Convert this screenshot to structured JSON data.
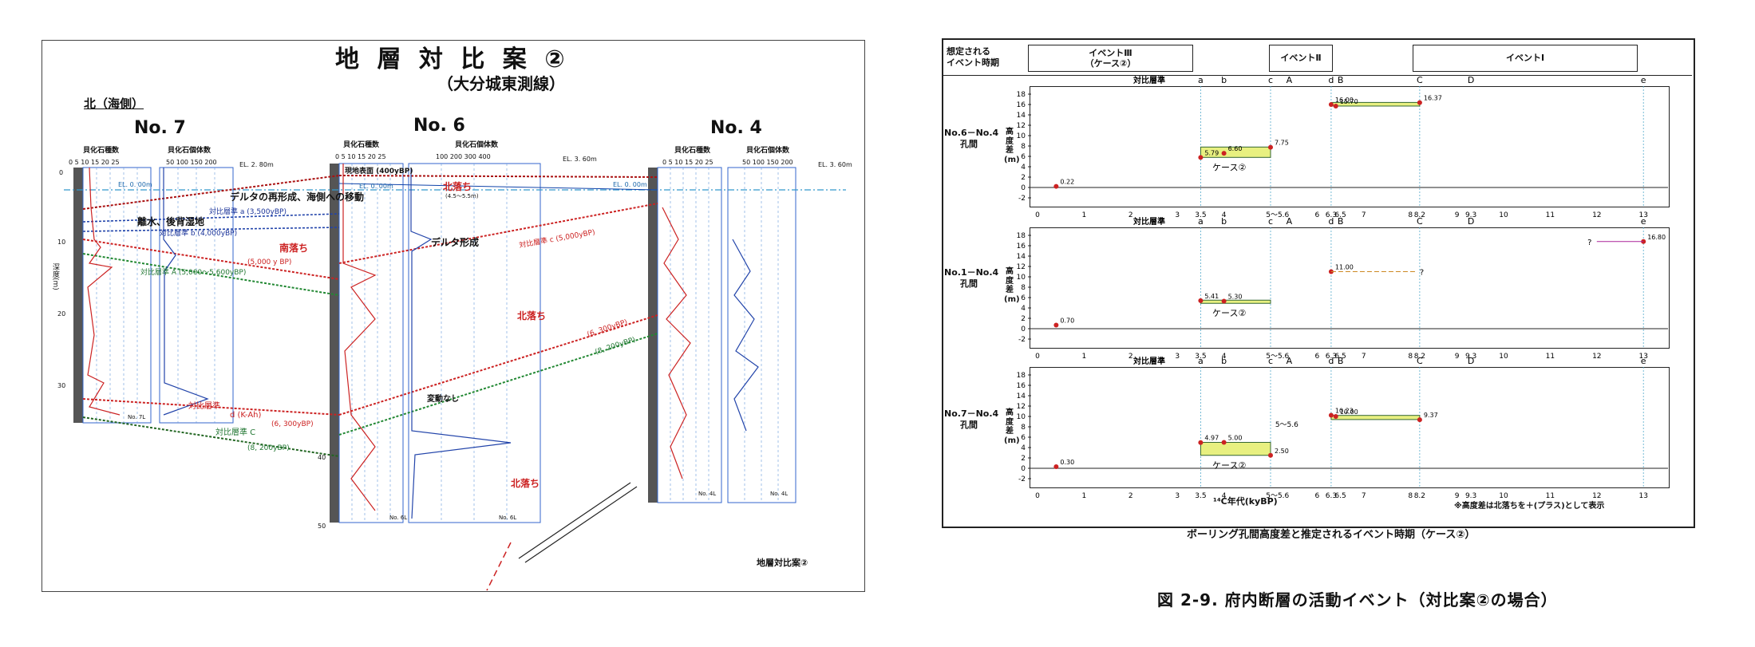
{
  "left": {
    "title": "地 層 対 比 案 ②",
    "subtitle": "（大分城東測線）",
    "north": "北（海側）",
    "wells": [
      "No. 7",
      "No. 6",
      "No. 4"
    ],
    "col_a": "貝化石種数",
    "col_b": "貝化石個体数",
    "ticks_a": "0  5  10  15  20  25",
    "ticks_b": "50  100  150  200",
    "ticks_b6": "100     200     300     400",
    "depth_label": "深度(m)",
    "depth_ticks": [
      "0",
      "10",
      "20",
      "30",
      "40",
      "50"
    ],
    "el_labels": [
      "EL. 2. 80m",
      "EL. 3. 60m",
      "EL. 3. 60m"
    ],
    "el0": "EL. 0. 00m",
    "annotations": {
      "delta_reform": "デルタの再形成、海側への移動",
      "taihi_a": "対比層準  a (3,500yBP)",
      "kaisui": "離水、後背湿地",
      "taihi_b": "対比層準  b  (4,000yBP)",
      "minami": "南落ち",
      "y5000": "(5,000 y BP)",
      "taihi_A": "対比層準  A  (5,000～5,600yBP)",
      "kita1": "北落ち",
      "kita1_sub": "(4.5～5.5m)",
      "delta": "デルタ形成",
      "taihi_c": "対比層準  c  (5,000yBP)",
      "hokkyo": "現地表面 (400yBP)",
      "kita2": "北落ち",
      "y6300": "(6, 300yBP)",
      "y8200": "(8, 200yBP)",
      "henka": "変動なし",
      "taihi_d": "対比層準",
      "taihi_d2": "d (K-Ah)",
      "y6300b": "(6, 300yBP)",
      "taihi_C": "対比層準  C",
      "y8200b": "(8, 200yBP)",
      "kita3": "北落ち",
      "noL": [
        "No. 7L",
        "No. 6L",
        "No. 6L",
        "No. 4L",
        "No. 4L"
      ]
    },
    "footer": "地層対比案②"
  },
  "right": {
    "header_label": "想定される\nイベント時期",
    "events": [
      "イベントⅢ\n（ケース②）",
      "イベントⅡ",
      "イベントⅠ"
    ],
    "taihi": "対比層準",
    "hz_letters": [
      {
        "t": "a",
        "x": 3.5
      },
      {
        "t": "b",
        "x": 4
      },
      {
        "t": "c",
        "x": 5
      },
      {
        "t": "A",
        "x": 5.4
      },
      {
        "t": "d",
        "x": 6.3
      },
      {
        "t": "B",
        "x": 6.5
      },
      {
        "t": "C",
        "x": 8.2
      },
      {
        "t": "D",
        "x": 9.3
      },
      {
        "t": "e",
        "x": 13
      }
    ],
    "y_unit": "高\n度\n差\n(m)",
    "y_ticks": [
      18,
      16,
      14,
      12,
      10,
      8,
      6,
      4,
      2,
      0,
      -2
    ],
    "x_ticks": [
      {
        "t": "0",
        "x": 0
      },
      {
        "t": "1",
        "x": 1
      },
      {
        "t": "2",
        "x": 2
      },
      {
        "t": "3",
        "x": 3
      },
      {
        "t": "3.5",
        "x": 3.5
      },
      {
        "t": "4",
        "x": 4
      },
      {
        "t": "5～5.6",
        "x": 5.15
      },
      {
        "t": "6",
        "x": 6
      },
      {
        "t": "6.3",
        "x": 6.3
      },
      {
        "t": "6.5",
        "x": 6.5
      },
      {
        "t": "7",
        "x": 7
      },
      {
        "t": "8",
        "x": 8
      },
      {
        "t": "8.2",
        "x": 8.2
      },
      {
        "t": "9",
        "x": 9
      },
      {
        "t": "9.3",
        "x": 9.3
      },
      {
        "t": "10",
        "x": 10
      },
      {
        "t": "11",
        "x": 11
      },
      {
        "t": "12",
        "x": 12
      },
      {
        "t": "13",
        "x": 13
      }
    ],
    "x_axis_label": "¹⁴C年代(kyBP)",
    "note": "※高度差は北落ちを＋(プラス)として表示",
    "caption": "ボーリング孔間高度差と推定されるイベント時期（ケース②）",
    "figure": "図 2-9.  府内断層の活動イベント（対比案②の場合）",
    "panels": [
      {
        "label": "No.6－No.4\n孔間",
        "points": [
          {
            "x": 0.4,
            "y": 0.22,
            "l": "0.22"
          },
          {
            "x": 3.5,
            "y": 5.79,
            "l": "5.79"
          },
          {
            "x": 4,
            "y": 6.6,
            "l": "6.60"
          },
          {
            "x": 5,
            "y": 7.75,
            "l": "7.75"
          },
          {
            "x": 6.3,
            "y": 16.0,
            "l": "16.00"
          },
          {
            "x": 6.4,
            "y": 15.7,
            "l": "15.70"
          },
          {
            "x": 8.2,
            "y": 16.37,
            "l": "16.37"
          }
        ],
        "boxes": [
          {
            "x0": 3.5,
            "x1": 5,
            "y0": 5.8,
            "y1": 7.8
          },
          {
            "x0": 6.3,
            "x1": 8.2,
            "y0": 15.7,
            "y1": 16.4
          }
        ],
        "case_label": "ケース②"
      },
      {
        "label": "No.1－No.4\n孔間",
        "points": [
          {
            "x": 0.4,
            "y": 0.7,
            "l": "0.70"
          },
          {
            "x": 3.5,
            "y": 5.41,
            "l": "5.41"
          },
          {
            "x": 4,
            "y": 5.3,
            "l": "5.30"
          },
          {
            "x": 6.3,
            "y": 11.0,
            "l": "11.00"
          },
          {
            "x": 13,
            "y": 16.8,
            "l": "16.80"
          }
        ],
        "boxes": [
          {
            "x0": 3.5,
            "x1": 5,
            "y0": 4.9,
            "y1": 5.5
          }
        ],
        "case_label": "ケース②",
        "q1": "?",
        "q2": "?"
      },
      {
        "label": "No.7－No.4\n孔間",
        "points": [
          {
            "x": 0.4,
            "y": 0.3,
            "l": "0.30"
          },
          {
            "x": 3.5,
            "y": 4.97,
            "l": "4.97"
          },
          {
            "x": 4,
            "y": 5.0,
            "l": "5.00"
          },
          {
            "x": 5,
            "y": 2.5,
            "l": "2.50"
          },
          {
            "x": 6.3,
            "y": 10.23,
            "l": "10.23"
          },
          {
            "x": 6.4,
            "y": 10.0,
            "l": "10.00"
          },
          {
            "x": 8.2,
            "y": 9.37,
            "l": "9.37"
          }
        ],
        "boxes": [
          {
            "x0": 3.5,
            "x1": 5,
            "y0": 2.5,
            "y1": 5.0
          },
          {
            "x0": 6.3,
            "x1": 8.2,
            "y0": 9.4,
            "y1": 10.2
          }
        ],
        "case_label": "ケース②",
        "range_label": "5～5.6"
      }
    ]
  }
}
